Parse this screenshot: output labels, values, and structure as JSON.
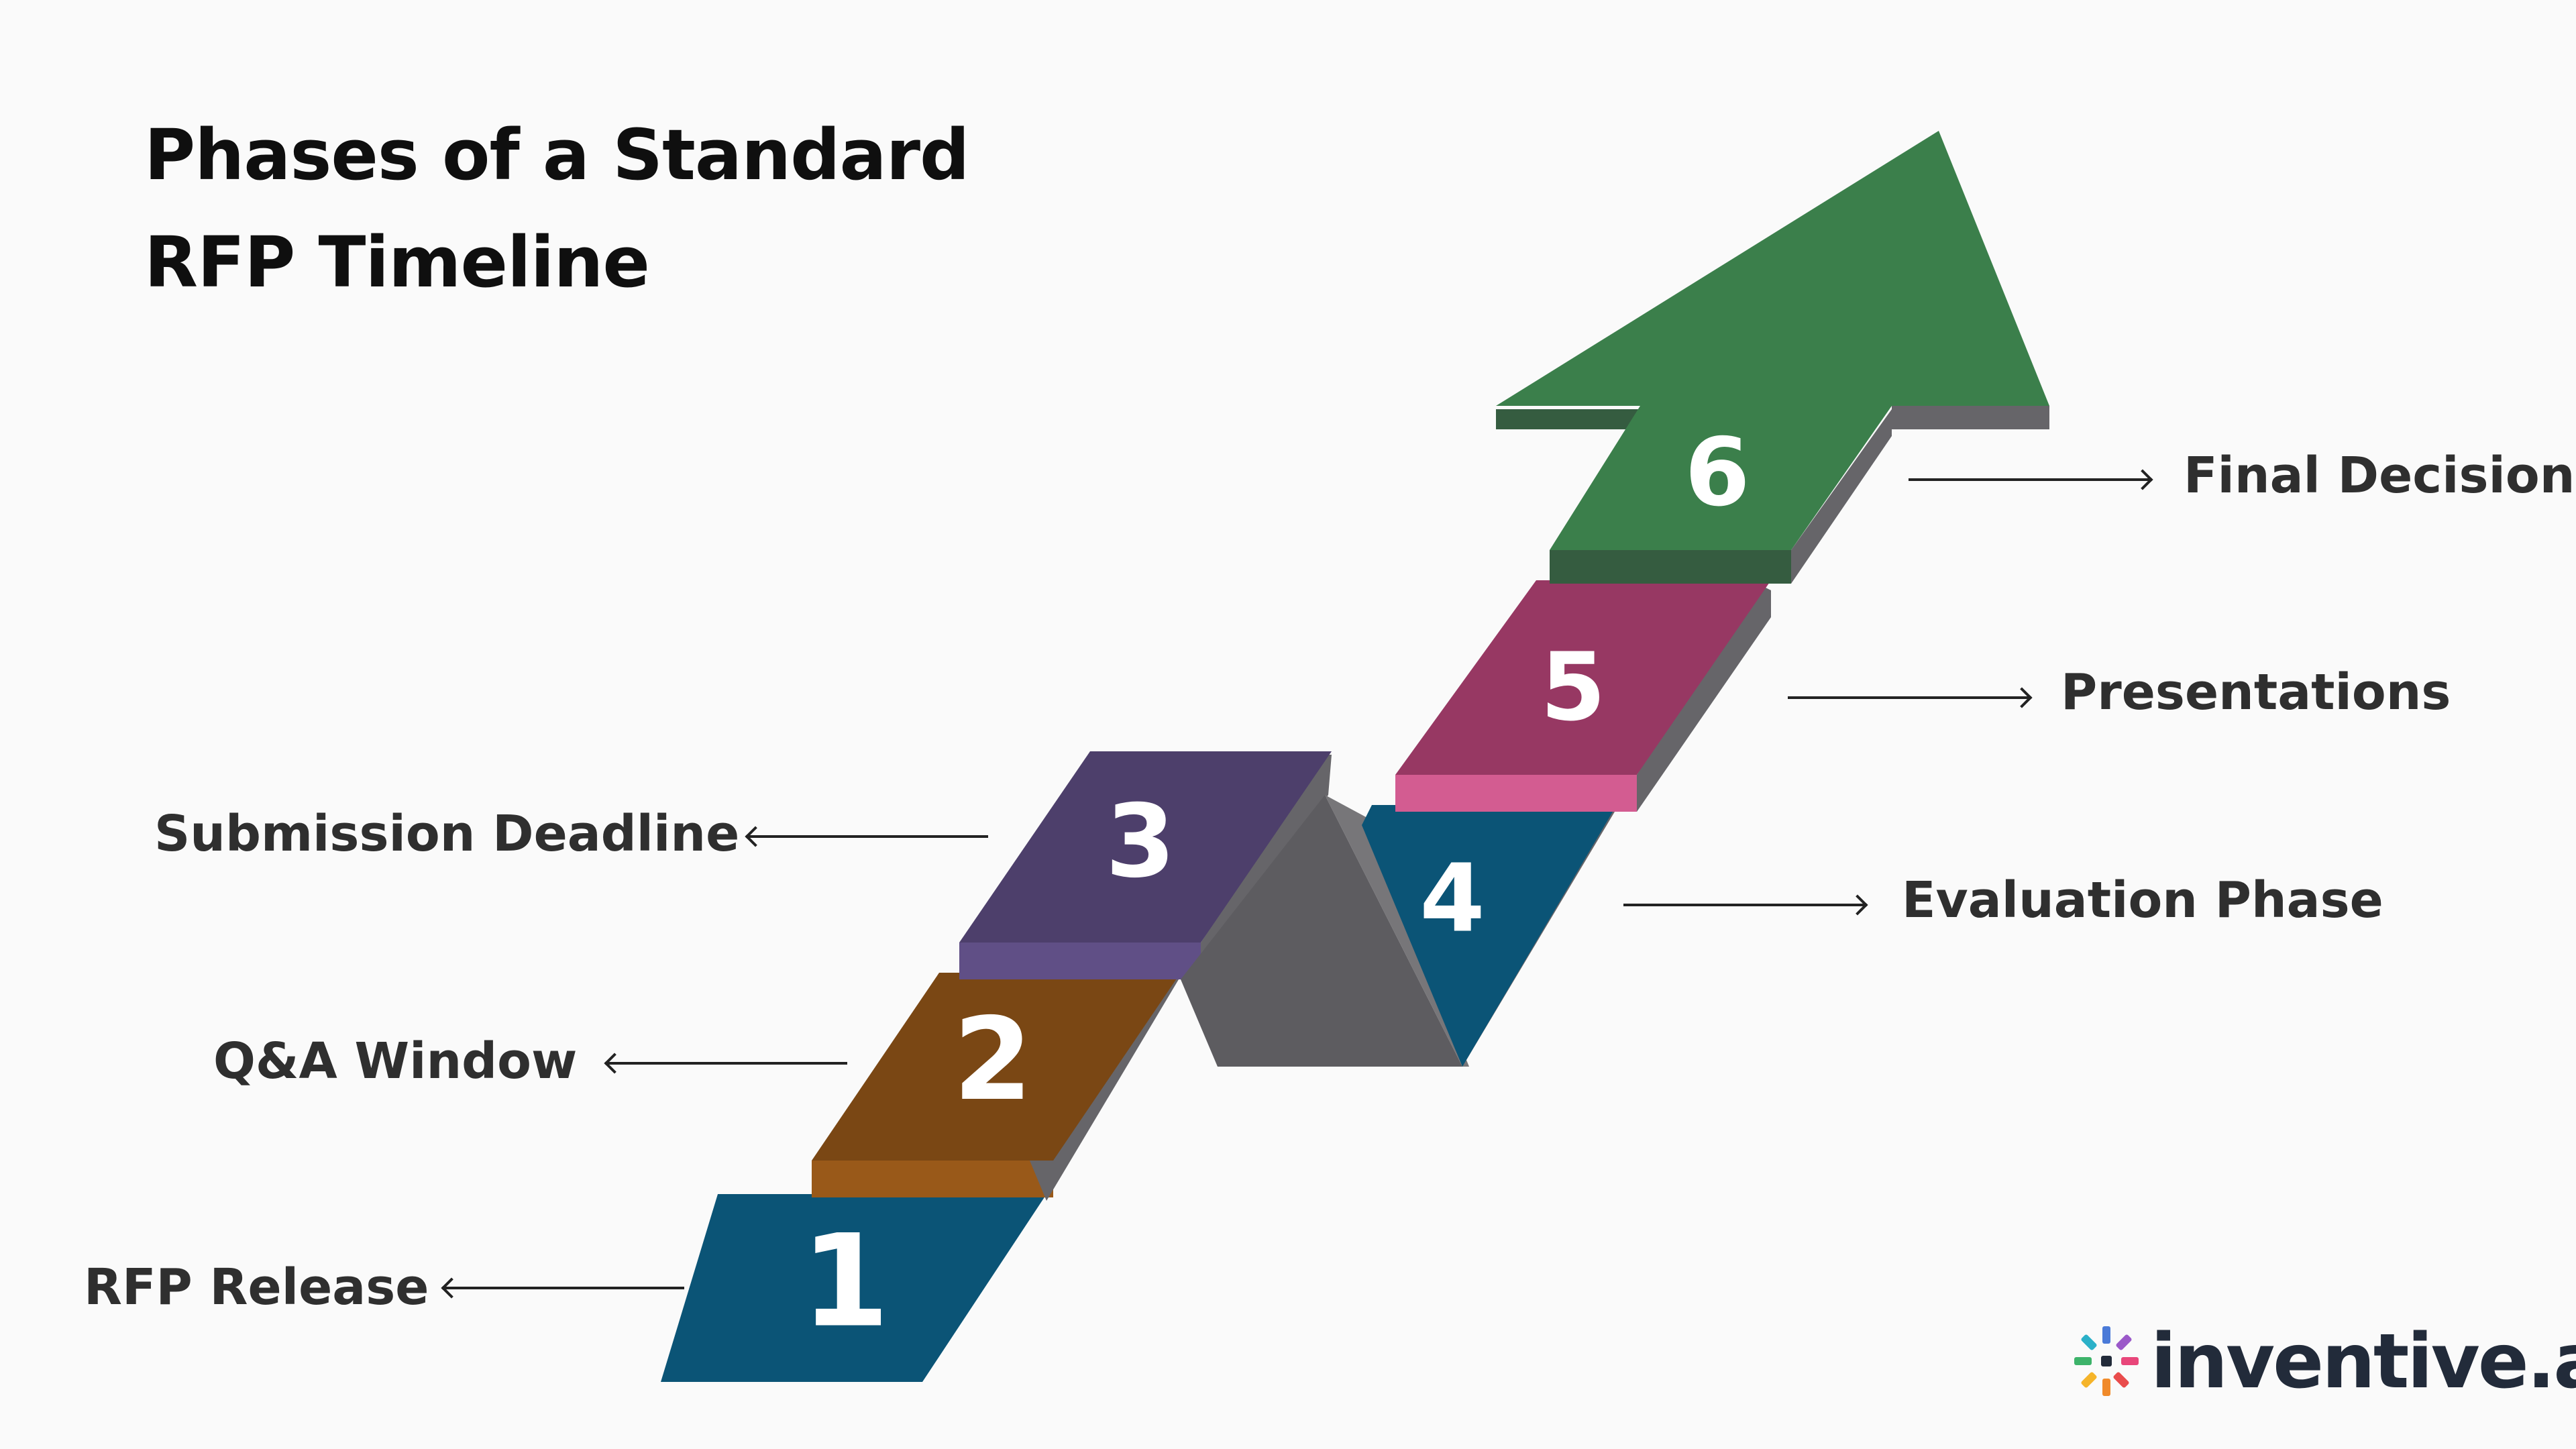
{
  "title": {
    "line1": "Phases of a Standard",
    "line2": "RFP Timeline"
  },
  "steps": [
    {
      "number": "1",
      "label": "RFP Release",
      "color": "#0b5476",
      "side": "left"
    },
    {
      "number": "2",
      "label": "Q&A Window",
      "color": "#7a4714",
      "side": "left"
    },
    {
      "number": "3",
      "label": "Submission Deadline",
      "color": "#4d3f6b",
      "side": "left"
    },
    {
      "number": "4",
      "label": "Evaluation Phase",
      "color": "#0b5476",
      "side": "right"
    },
    {
      "number": "5",
      "label": "Presentations",
      "color": "#973863",
      "side": "right"
    },
    {
      "number": "6",
      "label": "Final Decision",
      "color": "#3b7f4b",
      "side": "right"
    }
  ],
  "colors": {
    "background": "#fafafa",
    "shadow": "#666569",
    "arrow_green": "#3b7f4b"
  },
  "logo": {
    "text": "inventive.ai",
    "icon": "sparkle-logo-icon"
  }
}
